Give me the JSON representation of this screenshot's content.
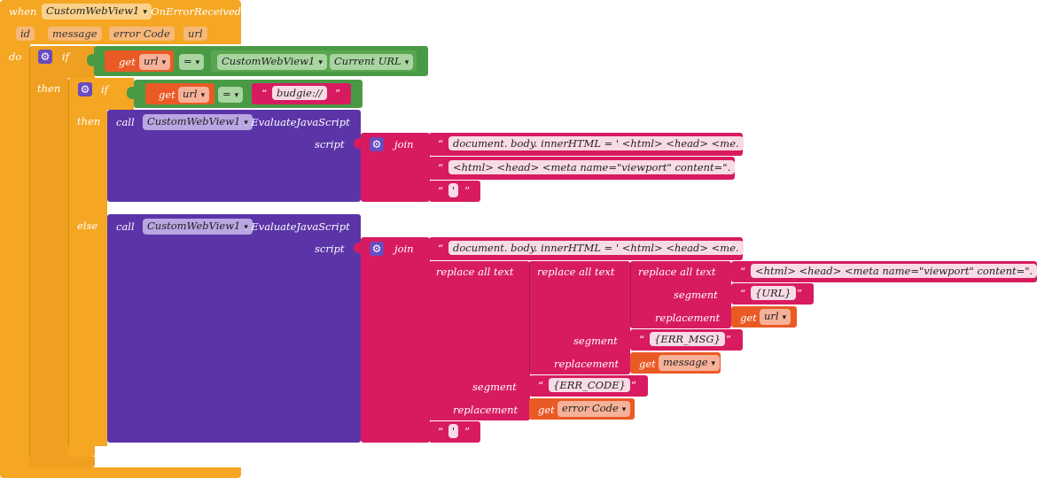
{
  "event": {
    "when": "when",
    "component": "CustomWebView1",
    "event_name": ". OnErrorReceived",
    "params": [
      "id",
      "message",
      "error Code",
      "url"
    ],
    "do": "do"
  },
  "outer_if": {
    "if": "if",
    "get": "get",
    "var": "url",
    "op": "=",
    "component": "CustomWebView1",
    "dot": ".",
    "property": "Current URL",
    "then": "then",
    "else": "else"
  },
  "inner_if": {
    "if": "if",
    "get": "get",
    "var": "url",
    "op": "=",
    "string": "budgie://",
    "then": "then"
  },
  "call1": {
    "call": "call",
    "component": "CustomWebView1",
    "method": ". EvaluateJavaScript",
    "script": "script",
    "join": "join",
    "strings": [
      "document. body. innerHTML = ' <html>  <head>   <me.",
      "<html>  <head>   <meta name=\"viewport\" content=\".",
      "'"
    ]
  },
  "call2": {
    "call": "call",
    "component": "CustomWebView1",
    "method": ". EvaluateJavaScript",
    "script": "script",
    "join": "join",
    "string1": "document. body. innerHTML = ' <html>  <head>   <me.",
    "replace_all_text": "replace all text",
    "segment": "segment",
    "replacement": "replacement",
    "inner_text": "<html>  <head>   <meta name=\"viewport\" content=\".",
    "seg_url": "{URL}",
    "seg_msg": "{ERR_MSG}",
    "seg_code": "{ERR_CODE}",
    "get": "get",
    "var_url": "url",
    "var_message": "message",
    "var_code": "error Code",
    "last_string": "'"
  },
  "colors": {
    "event": "#f5a623",
    "logic": "#4a9a45",
    "component": "#5b35a8",
    "text": "#d81b60",
    "variable": "#ea5a25"
  }
}
